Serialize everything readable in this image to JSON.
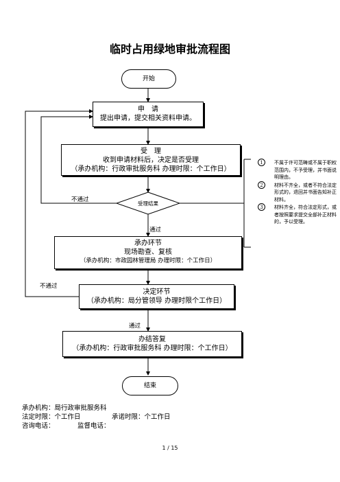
{
  "title": "临时占用绿地审批流程图",
  "start": {
    "label": "开始"
  },
  "apply": {
    "line1": "申　请",
    "line2": "提出申请，提交相关资料申请。"
  },
  "accept": {
    "line1": "受　理",
    "line2": "收到申请材料后，决定是否受理",
    "line3": "（承办机构：行政审批服务科  办理时限：个工作日）"
  },
  "decision": {
    "label": "受理结果"
  },
  "labels": {
    "not_pass_1": "不通过",
    "pass_1": "通过",
    "not_pass_2": "不通过",
    "pass_2": "通过"
  },
  "handle": {
    "line1": "承办环节",
    "line2": "现场勘查、复核",
    "line3": "（承办机构：市政园林管理局  办理时限：个工作日）"
  },
  "decide": {
    "line1": "决定环节",
    "line2": "（承办机构：局分管领导  办理时限个工作日）"
  },
  "reply": {
    "line1": "办结答复",
    "line2": "（承办机构：行政审批服务科    办理时限：个工作日）"
  },
  "end": {
    "label": "结束"
  },
  "notes": [
    {
      "num": "1",
      "text": "不属于许可范畴或不属于职权范围内，不予受理，并书面说明理由。"
    },
    {
      "num": "2",
      "text": "材料不齐全，或者不符合法定形式的，退回并书面告知补正材料。"
    },
    {
      "num": "3",
      "text": "材料齐全，符合法定形式，或者按照要求提交全部补正材料的，予以受理。"
    }
  ],
  "footer": {
    "org": "承办机构：局行政审批服务科",
    "legal_limit": "法定时限：个工作日",
    "promise_limit": "承诺时限：个工作日",
    "phone": "咨询电话：",
    "supervise": "监督电话："
  },
  "page": "1 / 15"
}
